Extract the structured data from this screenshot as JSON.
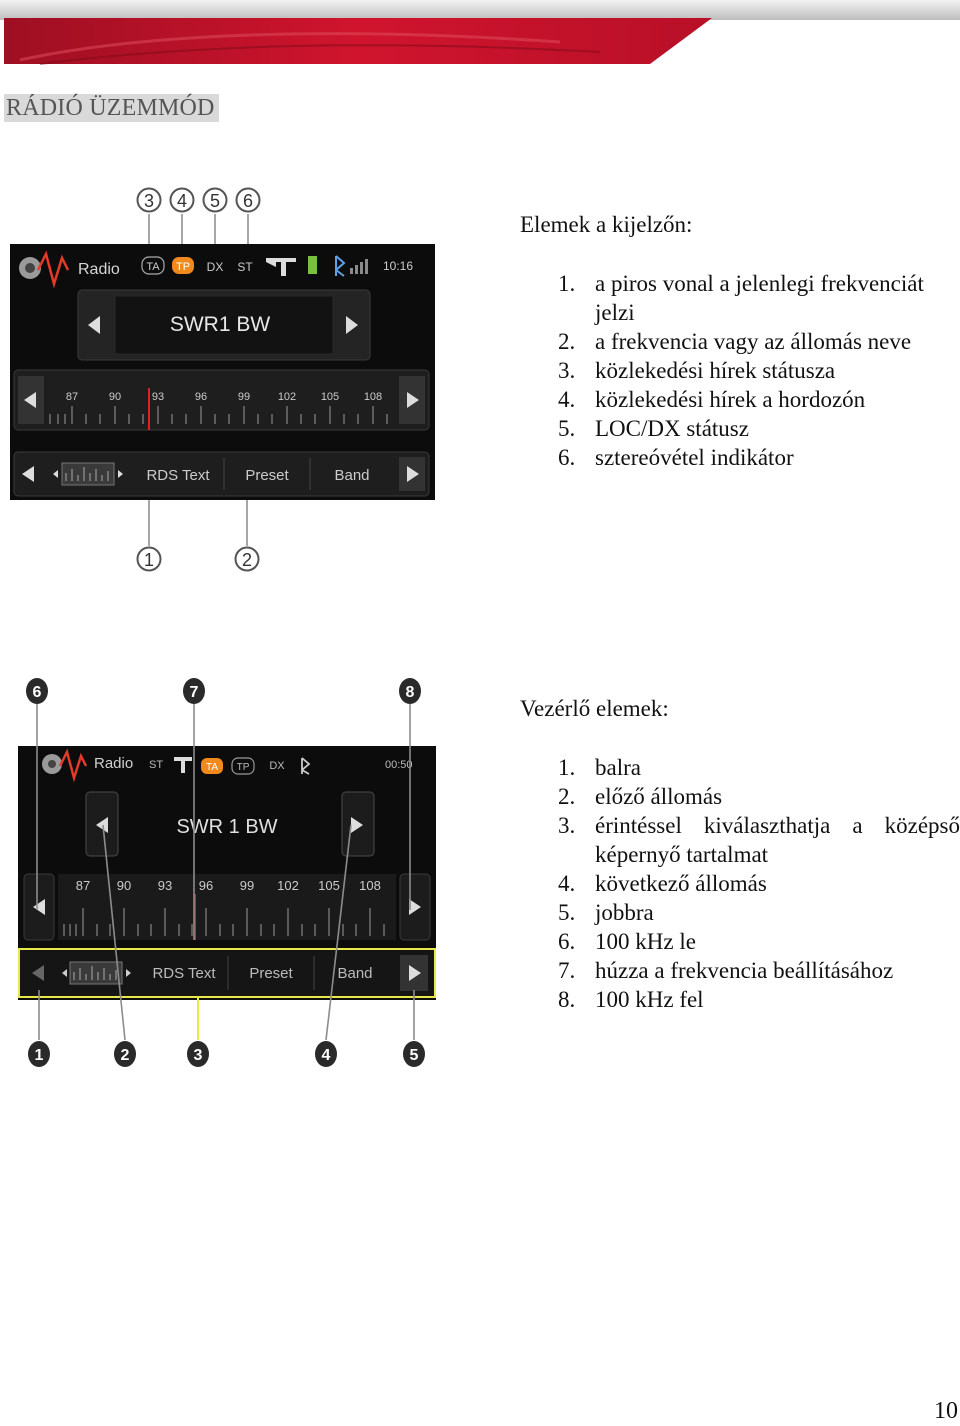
{
  "page": {
    "title": "RÁDIÓ ÜZEMMÓD",
    "number": "10"
  },
  "colors": {
    "brand_red": "#c8102e",
    "screen_bg": "#0c0c0c",
    "highlight": "#e8e84a",
    "marker": "#dd2222",
    "ta_tp_badge": "#f08a1c"
  },
  "figure1": {
    "app_label": "Radio",
    "indicators": [
      "TA",
      "TP",
      "DX",
      "ST"
    ],
    "clock": "10:16",
    "station": "SWR1 BW",
    "ticks": [
      "87",
      "90",
      "93",
      "96",
      "99",
      "102",
      "105",
      "108"
    ],
    "softkeys": [
      "RDS Text",
      "Preset",
      "Band"
    ],
    "callouts_top": [
      "3",
      "4",
      "5",
      "6"
    ],
    "callouts_bottom": [
      "1",
      "2"
    ]
  },
  "figure2": {
    "app_label": "Radio",
    "indicators": [
      "ST",
      "TA",
      "TP",
      "DX"
    ],
    "clock": "00:50",
    "station": "SWR 1 BW",
    "ticks": [
      "87",
      "90",
      "93",
      "96",
      "99",
      "102",
      "105",
      "108"
    ],
    "softkeys": [
      "RDS Text",
      "Preset",
      "Band"
    ],
    "callouts_top": [
      "6",
      "7",
      "8"
    ],
    "callouts_bottom": [
      "1",
      "2",
      "3",
      "4",
      "5"
    ]
  },
  "display_section": {
    "heading": "Elemek a kijelzőn:",
    "items": [
      {
        "num": "1.",
        "text": "a piros vonal a jelenlegi frekvenciát jelzi"
      },
      {
        "num": "2.",
        "text": "a frekvencia vagy az állomás neve"
      },
      {
        "num": "3.",
        "text": "közlekedési hírek státusza"
      },
      {
        "num": "4.",
        "text": "közlekedési hírek a hordozón"
      },
      {
        "num": "5.",
        "text": "LOC/DX státusz"
      },
      {
        "num": "6.",
        "text": "sztereóvétel indikátor"
      }
    ]
  },
  "control_section": {
    "heading": "Vezérlő elemek:",
    "items": [
      {
        "num": "1.",
        "text": "balra"
      },
      {
        "num": "2.",
        "text": "előző állomás"
      },
      {
        "num": "3.",
        "text": "érintéssel kiválaszthatja a középső képernyő tartalmat"
      },
      {
        "num": "4.",
        "text": "következő állomás"
      },
      {
        "num": "5.",
        "text": "jobbra"
      },
      {
        "num": "6.",
        "text": "100 kHz le"
      },
      {
        "num": "7.",
        "text": "húzza a frekvencia beállításához"
      },
      {
        "num": "8.",
        "text": "100 kHz fel"
      }
    ]
  }
}
